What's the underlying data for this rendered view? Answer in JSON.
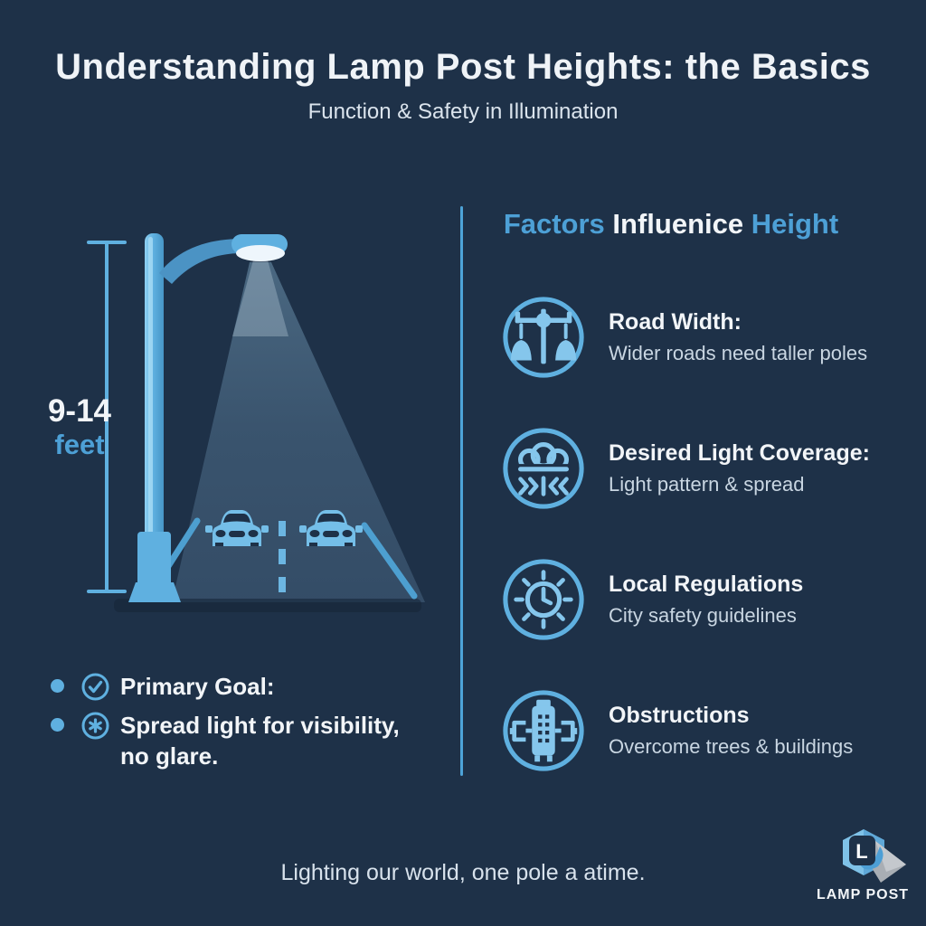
{
  "colors": {
    "background": "#1e3148",
    "accent_blue": "#5fb0e0",
    "heading_blue": "#4da0d6",
    "white_text": "#f2f5f8",
    "muted_text": "#c9d6e2",
    "cone_fill": "#3d5b76",
    "logo_gray": "#a9aeb4"
  },
  "header": {
    "title": "Understanding Lamp Post Heights: the Basics",
    "subtitle": "Function & Safety in Illumination"
  },
  "diagram": {
    "height_value": "9-14",
    "height_unit": "feet",
    "elements": [
      "measurement-line",
      "lamp-post",
      "light-cone",
      "road",
      "two-cars"
    ]
  },
  "goals": {
    "items": [
      {
        "icon": "check-circle-icon",
        "text": "Primary Goal:"
      },
      {
        "icon": "asterisk-circle-icon",
        "text": "Spread light for visibility, no glare."
      }
    ]
  },
  "factors": {
    "heading": {
      "word1": "Factors",
      "word2": "Influenice",
      "word3": "Height"
    },
    "items": [
      {
        "icon": "lamp-scale-icon",
        "title": "Road Width:",
        "description": "Wider roads need taller poles"
      },
      {
        "icon": "cloud-spread-icon",
        "title": "Desired Light Coverage:",
        "description": "Light pattern & spread"
      },
      {
        "icon": "clock-rays-icon",
        "title": "Local Regulations",
        "description": "City safety guidelines"
      },
      {
        "icon": "building-icon",
        "title": "Obstructions",
        "description": "Overcome trees & buildings"
      }
    ]
  },
  "footer": {
    "tagline": "Lighting our world, one pole a atime.",
    "logo": {
      "letter": "L",
      "name": "LAMP POST"
    }
  }
}
